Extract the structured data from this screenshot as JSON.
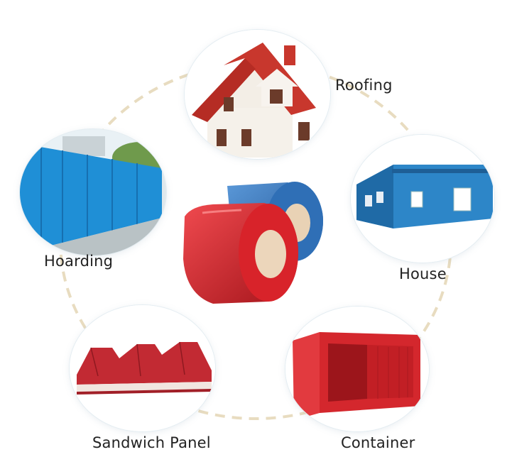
{
  "labels": {
    "roofing": "Roofing",
    "house": "House",
    "hoarding": "Hoarding",
    "sandwich_panel": "Sandwich Panel",
    "container": "Container"
  },
  "colors": {
    "coil_red": "#d8232a",
    "coil_blue": "#2f6fb6",
    "roof_red": "#c8372d",
    "house_blue": "#2d86c8",
    "hoarding_blue": "#1f8fd6",
    "panel_red": "#c22a33",
    "container_red": "#d4272d",
    "dash_beige": "#e8dcc0"
  },
  "icons": [
    "roofing-image",
    "house-image",
    "hoarding-image",
    "sandwich-panel-image",
    "container-image",
    "steel-coil-image"
  ]
}
